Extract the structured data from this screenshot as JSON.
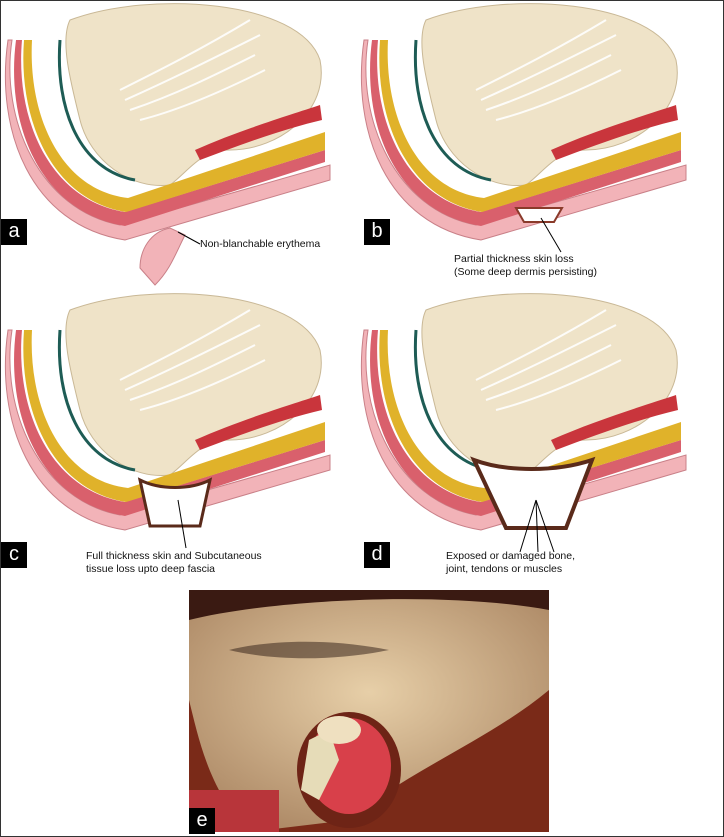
{
  "panels": [
    {
      "label": "a",
      "captions": [
        "Non-blanchable erythema"
      ]
    },
    {
      "label": "b",
      "captions": [
        "Partial thickness skin loss",
        "(Some deep dermis persisting)"
      ]
    },
    {
      "label": "c",
      "captions": [
        "Full thickness skin and Subcutaneous",
        "tissue loss upto deep fascia"
      ]
    },
    {
      "label": "d",
      "captions": [
        "Exposed or damaged bone,",
        "joint, tendons or muscles"
      ]
    },
    {
      "label": "e",
      "captions": []
    }
  ],
  "colors": {
    "skin": "#f2b3b8",
    "dermis": "#d9606c",
    "fat": "#e0b22a",
    "bone": "#efe3c8",
    "wound": "#5a2a1a",
    "muscle": "#c9353c"
  }
}
